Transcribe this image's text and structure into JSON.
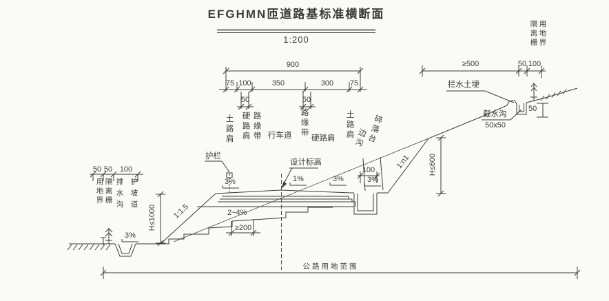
{
  "colors": {
    "ink": "#3a3a38",
    "paper": "#fafaf8"
  },
  "title": {
    "text": "EFGHMN匝道路基标准横断面",
    "scale": "1:200"
  },
  "road_dims": {
    "overall": "900",
    "seg1": "75",
    "seg2": "100",
    "seg3": "350",
    "seg4": "300",
    "seg5": "75",
    "strip_a": "50",
    "strip_b": "50"
  },
  "right_dims": {
    "offset": "≥500",
    "a": "50",
    "b": "100",
    "cut_height": "H≤600",
    "cut_slope": "1:n1",
    "berm_width": "100",
    "ditch_size": "50x50",
    "ditch_depth": "50"
  },
  "left_dims": {
    "a": "50",
    "b": "50",
    "c": "100",
    "fill_height": "H≤1000",
    "fill_slope": "1:1.5",
    "bench_width": "≥200",
    "bench_slope": "2~4%"
  },
  "slope_marks": {
    "left_shoulder": "3%",
    "lane": "1%",
    "right_shoulder": "3%",
    "berm": "3%",
    "protect": "3%"
  },
  "labels": {
    "guardrail": "护栏",
    "design_level": "设计标高",
    "soil_shoulder_left": "土路肩",
    "hard_shoulder_left": "硬路肩",
    "margin_strip_left": "路缘带",
    "carriageway": "行车道",
    "margin_strip_right": "路缘带",
    "hard_shoulder_right": "硬路肩",
    "soil_shoulder_right": "土路肩",
    "side_ditch": "边沟",
    "debris_platform": "碎落台",
    "land_boundary_left": "用地界",
    "fence_left": "隔离栅",
    "drain_ditch": "排水沟",
    "slope_protect_road": "护坡道",
    "fence_right": "隔离栅",
    "land_boundary_right": "用地界",
    "water_bank": "拦水土埂",
    "intercept_ditch": "截水沟"
  },
  "footer": {
    "extent": "公路用地范围"
  }
}
